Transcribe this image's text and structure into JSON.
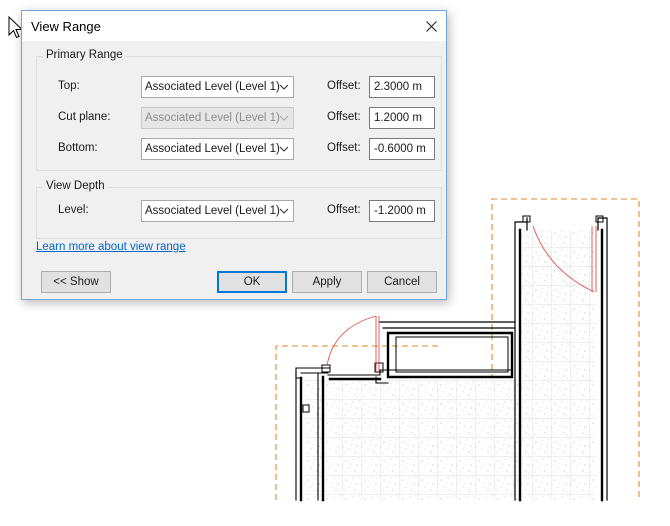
{
  "dialog": {
    "title": "View Range",
    "primary_range": {
      "label": "Primary Range",
      "rows": [
        {
          "label": "Top:",
          "level": "Associated Level (Level 1)",
          "offset_label": "Offset:",
          "offset": "2.3000 m",
          "enabled": true
        },
        {
          "label": "Cut plane:",
          "level": "Associated Level (Level 1)",
          "offset_label": "Offset:",
          "offset": "1.2000 m",
          "enabled": false
        },
        {
          "label": "Bottom:",
          "level": "Associated Level (Level 1)",
          "offset_label": "Offset:",
          "offset": "-0.6000 m",
          "enabled": true
        }
      ]
    },
    "view_depth": {
      "label": "View Depth",
      "rows": [
        {
          "label": "Level:",
          "level": "Associated Level (Level 1)",
          "offset_label": "Offset:",
          "offset": "-1.2000 m",
          "enabled": true
        }
      ]
    },
    "learn_more_link": "Learn more about view range",
    "buttons": {
      "show": "<< Show",
      "ok": "OK",
      "apply": "Apply",
      "cancel": "Cancel"
    }
  },
  "colors": {
    "accent": "#0078d7",
    "link": "#0066cc",
    "crop_region": "#e08a2a",
    "door_swing": "#e05050",
    "wall": "#000000"
  }
}
